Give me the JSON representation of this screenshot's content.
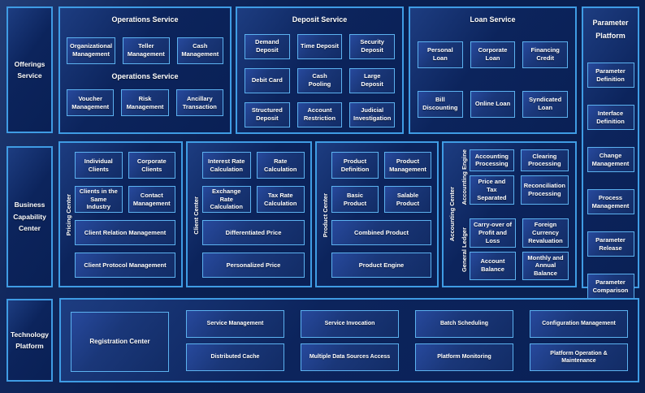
{
  "palette": {
    "page_bg": "#0a1f50",
    "panel_border": "#3f9ce4",
    "cell_border": "#5cb2f0",
    "cell_bg": "#1a3779",
    "text": "#ffffff"
  },
  "offerings_service": {
    "label": "Offerings Service"
  },
  "operations_service": {
    "title": "Operations Service",
    "row1": [
      "Organizational Management",
      "Teller Management",
      "Cash Management"
    ],
    "mid_label": "Operations Service",
    "row2": [
      "Voucher Management",
      "Risk Management",
      "Ancillary Transaction"
    ]
  },
  "deposit_service": {
    "title": "Deposit Service",
    "cells": [
      "Demand Deposit",
      "Time Deposit",
      "Security Deposit",
      "Debit Card",
      "Cash Pooling",
      "Large Deposit",
      "Structured Deposit",
      "Account Restriction",
      "Judicial Investigation"
    ]
  },
  "loan_service": {
    "title": "Loan Service",
    "cells": [
      "Personal Loan",
      "Corporate Loan",
      "Financing Credit",
      "Bill Discounting",
      "Online Loan",
      "Syndicated Loan"
    ]
  },
  "parameter_platform": {
    "title": "Parameter Platform",
    "cells": [
      "Parameter Definition",
      "Interface Definition",
      "Change Management",
      "Process Management",
      "Parameter Release",
      "Parameter Comparison"
    ]
  },
  "business_capability_center": {
    "label": "Business Capability Center"
  },
  "pricing_center": {
    "side_label": "Pricing Center",
    "cells_small": [
      "Individual Clients",
      "Corporate Clients",
      "Clients in the Same Industry",
      "Contact Management"
    ],
    "cells_wide": [
      "Client Relation Management",
      "Client Protocol Management"
    ]
  },
  "client_center": {
    "side_label": "Client Center",
    "cells_small": [
      "Interest Rate Calculation",
      "Rate Calculation",
      "Exchange Rate Calculation",
      "Tax Rate Calculation"
    ],
    "cells_wide": [
      "Differentiated Price",
      "Personalized Price"
    ]
  },
  "product_center": {
    "side_label": "Product Center",
    "cells_small": [
      "Product Definition",
      "Product Management",
      "Basic Product",
      "Salable Product"
    ],
    "cells_wide": [
      "Combined Product",
      "Product Engine"
    ]
  },
  "accounting_center": {
    "side_label": "Accounting Center",
    "accounting_engine": {
      "side_label": "Accounting Engine",
      "cells": [
        "Accounting Processing",
        "Clearing Processing",
        "Price and Tax Separated",
        "Reconciliation Processing"
      ]
    },
    "general_ledger": {
      "side_label": "General Ledger",
      "cells": [
        "Carry-over of Profit and Loss",
        "Foreign Currency Revaluation",
        "Account Balance",
        "Monthly and Annual Balance"
      ]
    }
  },
  "technology_platform": {
    "label": "Technology Platform",
    "registration_center": "Registration Center",
    "row1": [
      "Service Management",
      "Service Invocation",
      "Batch Scheduling",
      "Configuration Management"
    ],
    "row2": [
      "Distributed Cache",
      "Multiple Data Sources Access",
      "Platform Monitoring",
      "Platform Operation & Maintenance"
    ]
  }
}
